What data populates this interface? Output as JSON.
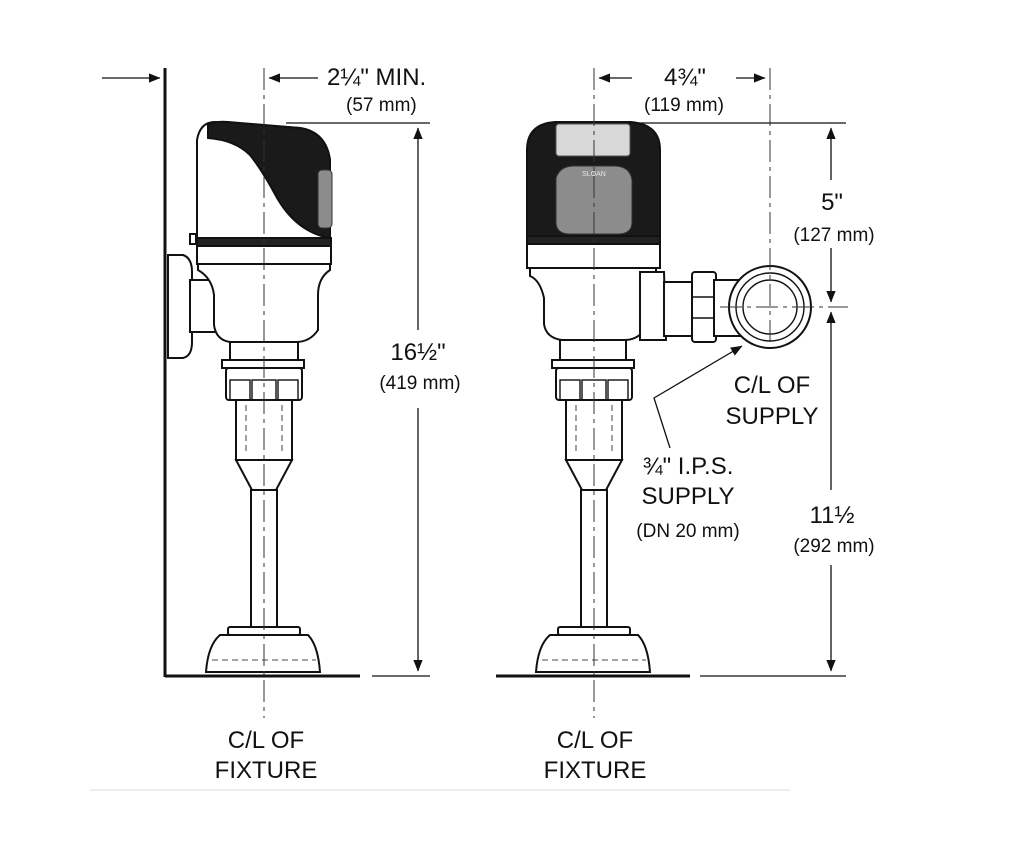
{
  "dimensions": {
    "wall_clearance": "2¼\" MIN.",
    "wall_clearance_metric": "(57 mm)",
    "overall_height": "16½\"",
    "overall_height_metric": "(419 mm)",
    "supply_offset": "4¾\"",
    "supply_offset_metric": "(119 mm)",
    "top_to_supply": "5\"",
    "top_to_supply_metric": "(127 mm)",
    "supply_height": "11½",
    "supply_height_metric": "(292 mm)"
  },
  "callouts": {
    "centerline_fixture_line1": "C/L OF",
    "centerline_fixture_line2": "FIXTURE",
    "centerline_supply_line1": "C/L OF",
    "centerline_supply_line2": "SUPPLY",
    "supply_size_line1": "¾\" I.P.S.",
    "supply_size_line2": "SUPPLY",
    "supply_size_metric": "(DN 20 mm)"
  },
  "brand": {
    "logo_text": "SLOAN"
  },
  "colors": {
    "line": "#111111",
    "cover": "#1a1a1a",
    "window": "#8c8c8c"
  }
}
